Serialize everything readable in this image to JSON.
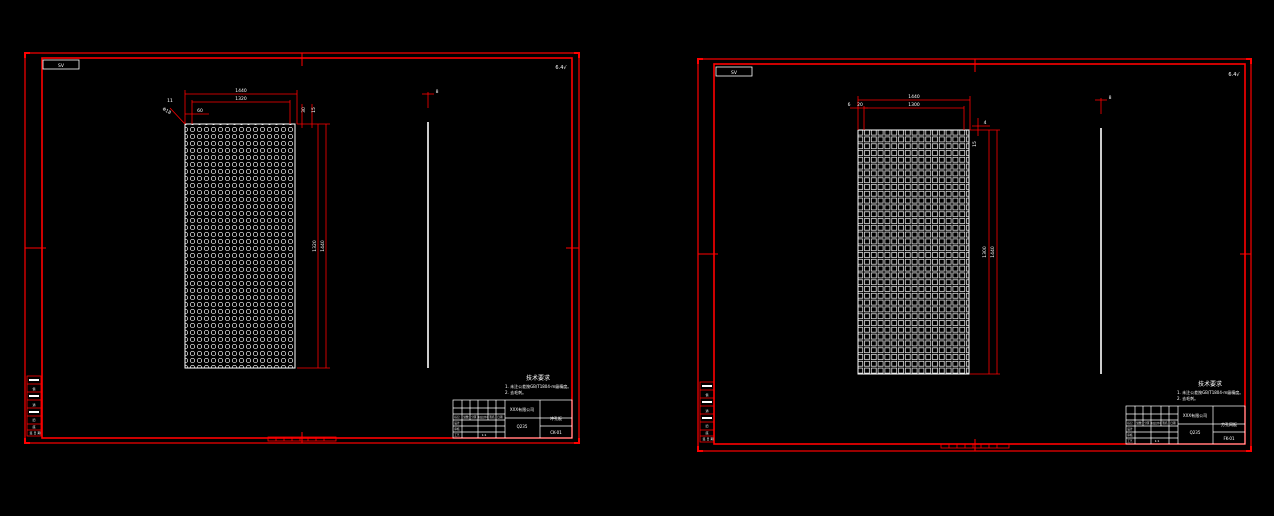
{
  "colors": {
    "background": "#000000",
    "frame": "#ff0000",
    "linework": "#ffffff"
  },
  "left_sheet": {
    "tag": "SV",
    "corner_mark": "6.4√",
    "dims": {
      "overall_width": "1440",
      "inner_width": "1320",
      "margin_left": "60",
      "offset_top": "11",
      "hole_note": "Φ18",
      "right_a": "30",
      "right_b": "15",
      "height_inner": "1320",
      "height_outer": "1440",
      "side_label": "8"
    },
    "tech_req": {
      "title": "技术要求",
      "line1": "1. 未注公差按GB/T1804-m级精度。",
      "line2": "2. 去毛刺。"
    },
    "title_block": {
      "company": "XXX有限公司",
      "part": "冲孔板",
      "material": "Q235",
      "code": "CK-01",
      "headers": [
        "标记",
        "处数",
        "分区",
        "更改文件号",
        "签名",
        "日期"
      ],
      "roles": [
        "设计",
        "审核",
        "工艺"
      ],
      "ratio": "1:1"
    },
    "left_strip": [
      "借",
      "通",
      "旧",
      "底",
      "签",
      "日",
      "期"
    ]
  },
  "right_sheet": {
    "tag": "SV",
    "corner_mark": "6.4√",
    "dims": {
      "overall_width": "1440",
      "inner_width": "1300",
      "margin_left": "20",
      "offset_top": "6",
      "right_a": "4",
      "right_b": "15",
      "height_inner": "1300",
      "height_outer": "1440",
      "side_label": "8"
    },
    "tech_req": {
      "title": "技术要求",
      "line1": "1. 未注公差按GB/T1804-m级精度。",
      "line2": "2. 去毛刺。"
    },
    "title_block": {
      "company": "XXX有限公司",
      "part": "方孔网板",
      "material": "Q235",
      "code": "FK-01",
      "headers": [
        "标记",
        "处数",
        "分区",
        "更改文件号",
        "签名",
        "日期"
      ],
      "roles": [
        "设计",
        "审核",
        "工艺"
      ],
      "ratio": "1:1"
    },
    "left_strip": [
      "借",
      "通",
      "旧",
      "底",
      "签",
      "日",
      "期"
    ]
  }
}
